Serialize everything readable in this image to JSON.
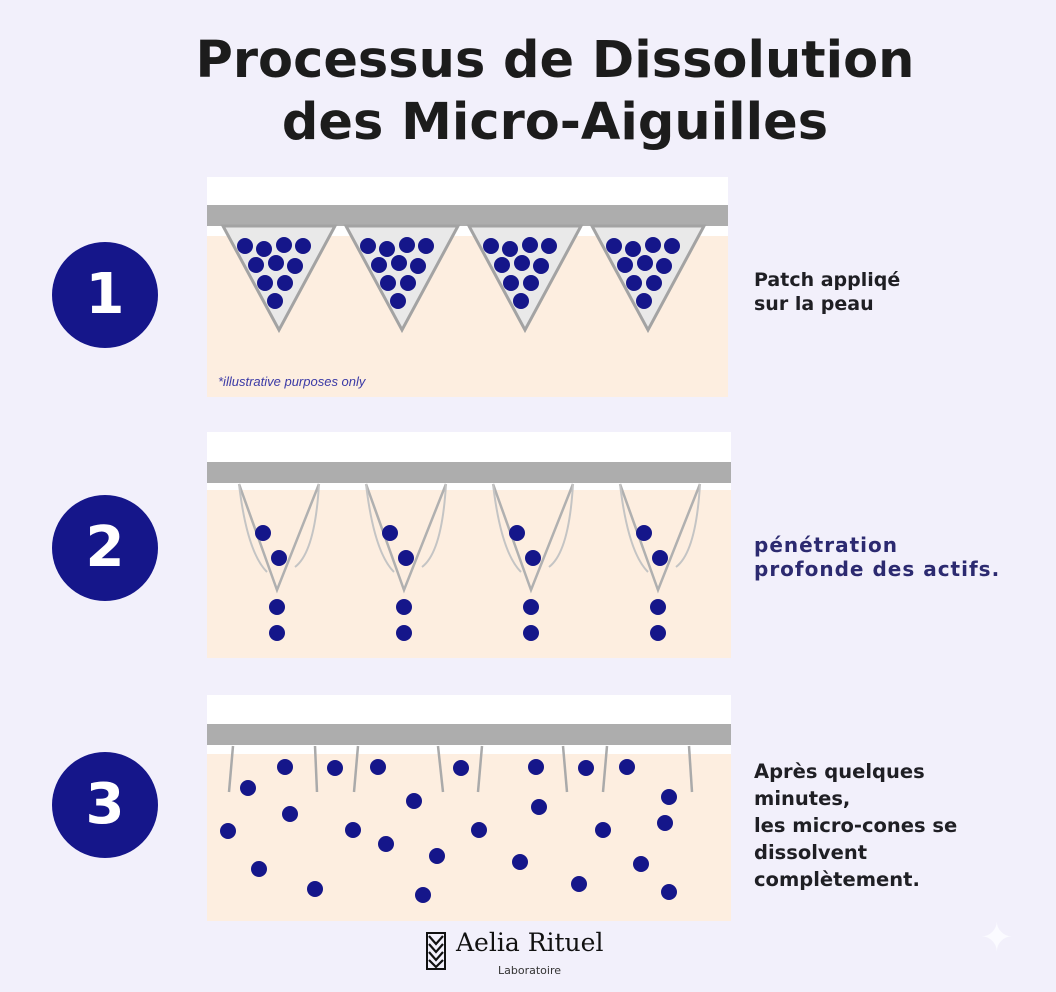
{
  "title": {
    "line1": "Processus de Dissolution",
    "line2": "des Micro-Aiguilles"
  },
  "steps": [
    {
      "number": "1",
      "lines": [
        "Patch appliqé",
        "sur la peau"
      ]
    },
    {
      "number": "2",
      "lines": [
        "pénétration",
        "profonde des actifs."
      ]
    },
    {
      "number": "3",
      "lines": [
        "Après quelques",
        "minutes,",
        "les micro-cones  se",
        "dissolvent",
        "complètement."
      ]
    }
  ],
  "panel1_note": "*illustrative purposes only",
  "logo": {
    "brand": "Aelia Rituel",
    "subtitle": "Laboratoire"
  },
  "colors": {
    "navy": "#15168a",
    "skin": "#fdeee0",
    "bar": "#adadad",
    "background": "#f2f0fb"
  }
}
